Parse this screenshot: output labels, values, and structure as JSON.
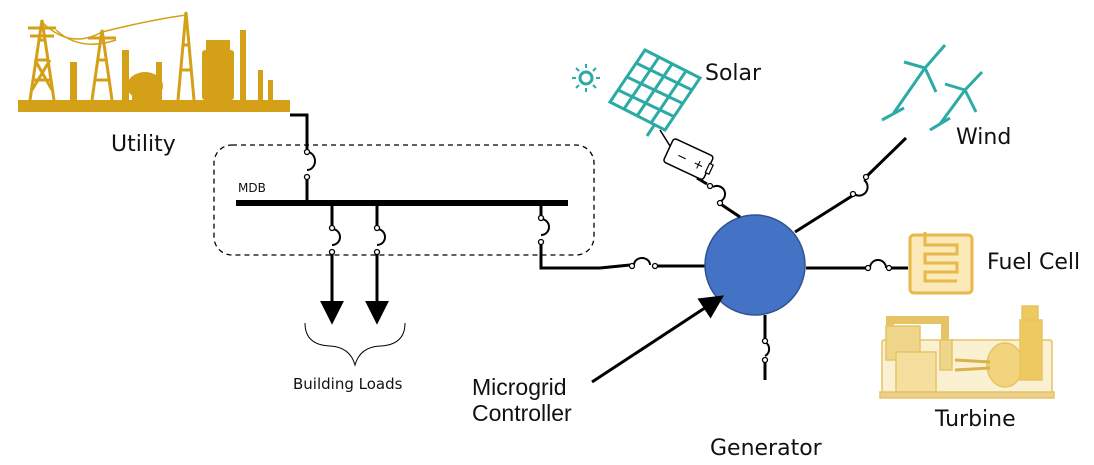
{
  "labels": {
    "utility": "Utility",
    "mdb": "MDB",
    "building_loads": "Building Loads",
    "solar": "Solar",
    "wind": "Wind",
    "fuel_cell": "Fuel Cell",
    "turbine": "Turbine",
    "generator": "Generator",
    "controller_line1": "Microgrid",
    "controller_line2": "Controller"
  },
  "battery": {
    "minus": "−",
    "plus": "+"
  },
  "colors": {
    "utility_gold": "#D4A017",
    "solar_teal": "#2BAAA6",
    "hub_blue": "#4472C4",
    "hub_stroke": "#2F528F",
    "fuel_cell_gold": "#E8B84A",
    "turbine_gold": "#F0D68A",
    "line": "#000000"
  }
}
